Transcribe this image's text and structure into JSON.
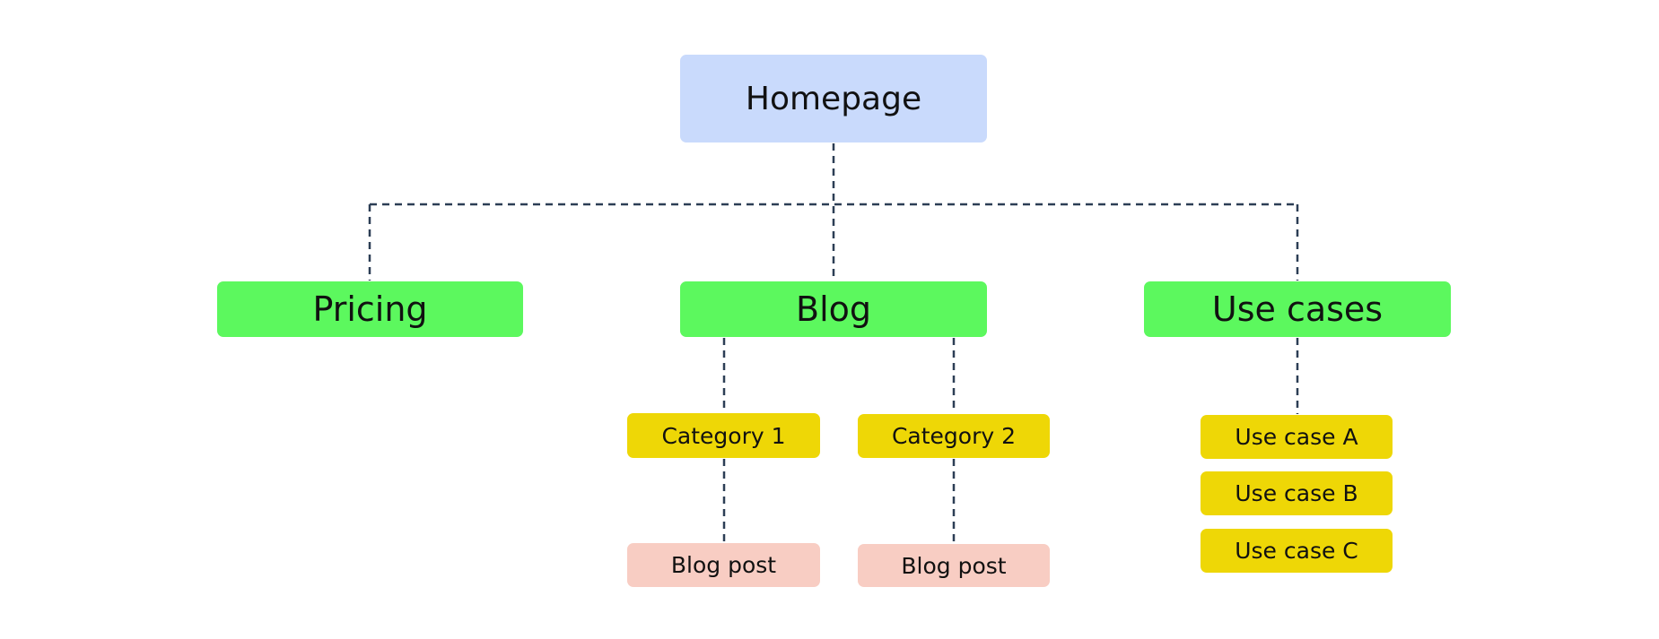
{
  "diagram": {
    "root": {
      "label": "Homepage"
    },
    "sections": {
      "pricing": {
        "label": "Pricing"
      },
      "blog": {
        "label": "Blog",
        "categories": [
          {
            "label": "Category 1",
            "post": "Blog post"
          },
          {
            "label": "Category 2",
            "post": "Blog post"
          }
        ]
      },
      "use_cases": {
        "label": "Use cases",
        "items": [
          "Use case A",
          "Use case B",
          "Use case C"
        ]
      }
    }
  },
  "colors": {
    "root": "#c9dafc",
    "section": "#5cf85e",
    "category": "#eed706",
    "post": "#f8cdc3",
    "connector": "#2c3e55"
  }
}
